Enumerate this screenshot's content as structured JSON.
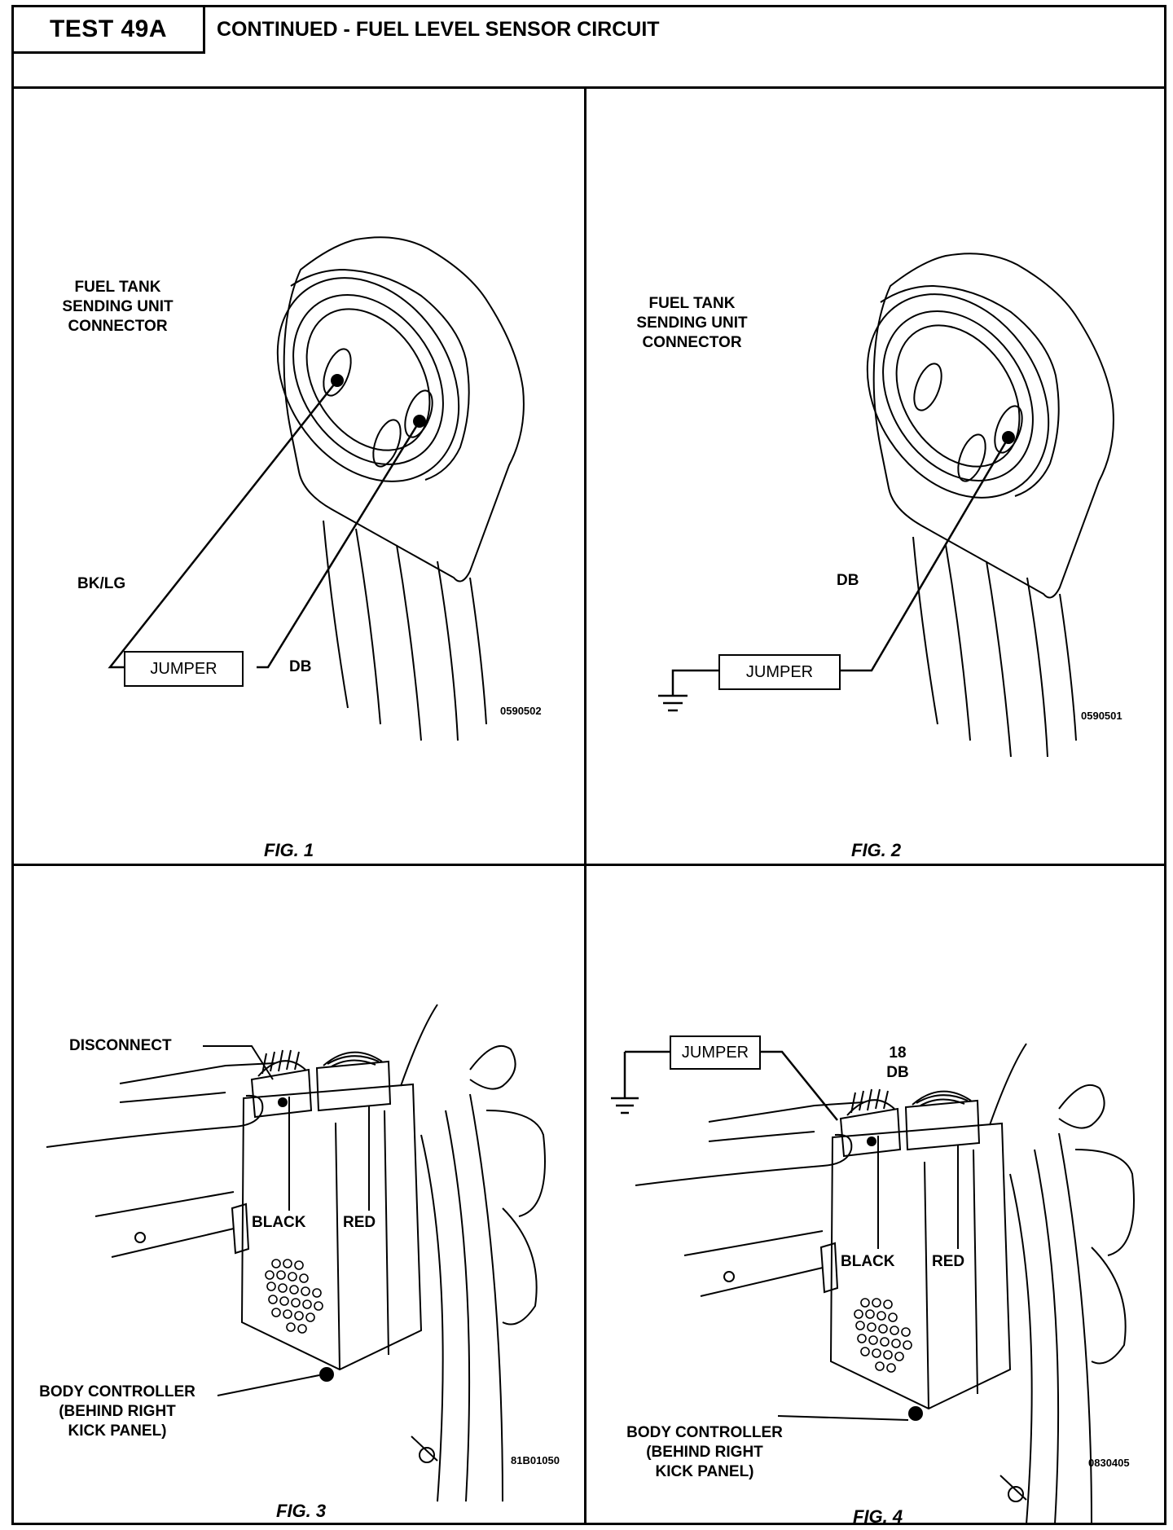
{
  "header": {
    "test_id": "TEST 49A",
    "title": "CONTINUED - FUEL LEVEL SENSOR CIRCUIT"
  },
  "fig1": {
    "connector_label": [
      "FUEL TANK",
      "SENDING UNIT",
      "CONNECTOR"
    ],
    "wire_left": "BK/LG",
    "wire_right": "DB",
    "jumper": "JUMPER",
    "code": "0590502",
    "caption": "FIG. 1"
  },
  "fig2": {
    "connector_label": [
      "FUEL TANK",
      "SENDING UNIT",
      "CONNECTOR"
    ],
    "wire": "DB",
    "jumper": "JUMPER",
    "code": "0590501",
    "caption": "FIG. 2"
  },
  "fig3": {
    "disconnect": "DISCONNECT",
    "black": "BLACK",
    "red": "RED",
    "controller_label": [
      "BODY CONTROLLER",
      "(BEHIND RIGHT",
      "KICK PANEL)"
    ],
    "code": "81B01050",
    "caption": "FIG. 3"
  },
  "fig4": {
    "jumper": "JUMPER",
    "wire_gauge": "18",
    "wire_color": "DB",
    "black": "BLACK",
    "red": "RED",
    "controller_label": [
      "BODY CONTROLLER",
      "(BEHIND RIGHT",
      "KICK PANEL)"
    ],
    "code": "0830405",
    "caption": "FIG. 4"
  }
}
